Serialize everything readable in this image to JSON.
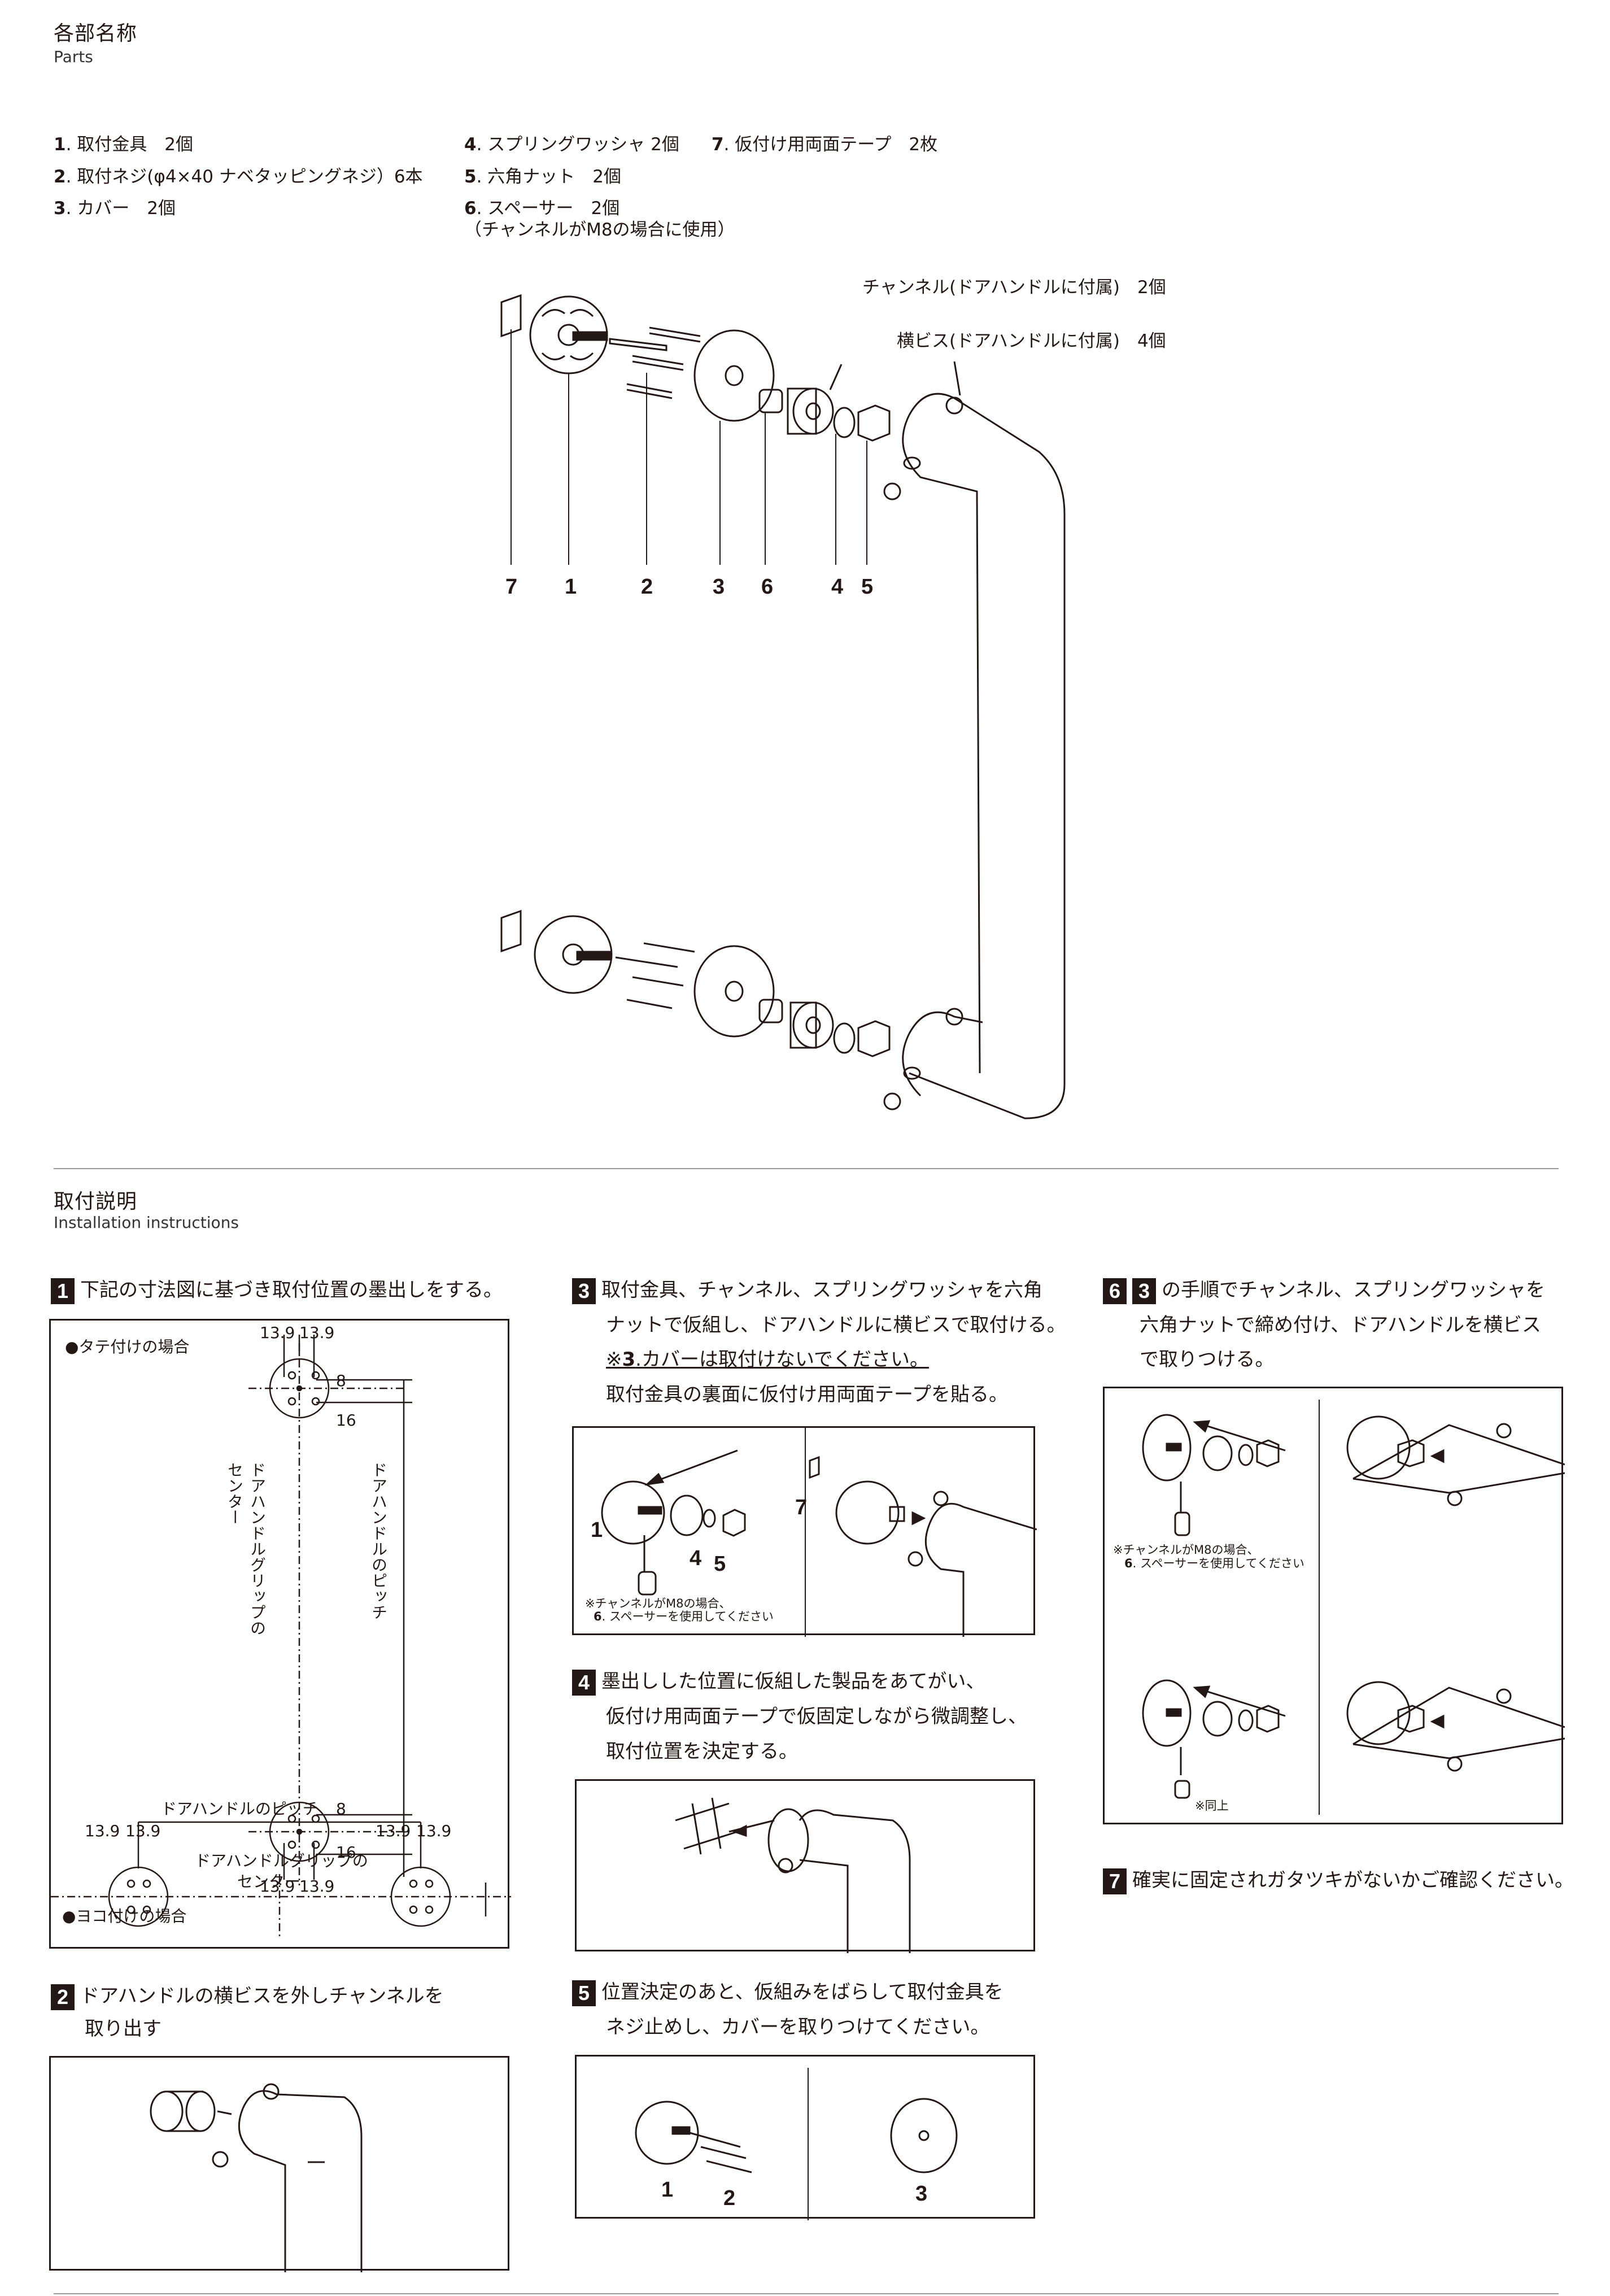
{
  "parts_section": {
    "title": "各部名称",
    "subtitle": "Parts",
    "items": [
      {
        "num": "1",
        "text": ". 取付金具　2個"
      },
      {
        "num": "2",
        "text": ". 取付ネジ(φ4×40 ナベタッピングネジ）6本"
      },
      {
        "num": "3",
        "text": ". カバー　2個"
      },
      {
        "num": "4",
        "text": ". スプリングワッシャ 2個"
      },
      {
        "num": "5",
        "text": ". 六角ナット　2個"
      },
      {
        "num": "6",
        "text": ". スペーサー　2個"
      },
      {
        "num": "7",
        "text": ". 仮付け用両面テープ　2枚"
      }
    ],
    "spacer_note": "（チャンネルがM8の場合に使用）",
    "callout_channel": "チャンネル(ドアハンドルに付属)　2個",
    "callout_screw": "横ビス(ドアハンドルに付属)　4個",
    "diagram_numbers": [
      "7",
      "1",
      "2",
      "3",
      "6",
      "4",
      "5"
    ]
  },
  "install_section": {
    "title": "取付説明",
    "subtitle": "Installation instructions"
  },
  "steps": {
    "s1": {
      "badge": "1",
      "text": "下記の寸法図に基づき取付位置の墨出しをする。"
    },
    "s2": {
      "badge": "2",
      "line1": "ドアハンドルの横ビスを外しチャンネルを",
      "line2": "取り出す"
    },
    "s3": {
      "badge": "3",
      "line1": "取付金具、チャンネル、スプリングワッシャを六角",
      "line2": "ナットで仮組し、ドアハンドルに横ビスで取付ける。",
      "line3_prefix": "※",
      "line3_num": "3",
      "line3": ".カバーは取付けないでください。",
      "line4": "取付金具の裏面に仮付け用両面テープを貼る。"
    },
    "s4": {
      "badge": "4",
      "line1": "墨出しした位置に仮組した製品をあてがい、",
      "line2": "仮付け用両面テープで仮固定しながら微調整し、",
      "line3": "取付位置を決定する。"
    },
    "s5": {
      "badge": "5",
      "line1": "位置決定のあと、仮組みをばらして取付金具を",
      "line2": "ネジ止めし、カバーを取りつけてください。"
    },
    "s6": {
      "badge": "6",
      "badge2": "3",
      "line1": "の手順でチャンネル、スプリングワッシャを",
      "line2": "六角ナットで締め付け、ドアハンドルを横ビス",
      "line3": "で取りつける。"
    },
    "s7": {
      "badge": "7",
      "text": "確実に固定されガタツキがないかご確認ください。"
    }
  },
  "dimension_figure": {
    "vertical_title": "●タテ付けの場合",
    "horizontal_title": "●ヨコ付けの場合",
    "d139": "13.9",
    "d8": "8",
    "d16": "16",
    "center_label_1": "ドアハンドルグリップの",
    "center_label_2": "センター",
    "pitch_label": "ドアハンドルのピッチ"
  },
  "notes": {
    "m8_line1": "※チャンネルがM8の場合、",
    "m8_line2_num": "6",
    "m8_line2": ". スペーサーを使用してください",
    "same": "※同上"
  },
  "step_labels": {
    "n1": "1",
    "n4": "4",
    "n5": "5",
    "n7": "7",
    "n2": "2",
    "n3": "3"
  }
}
